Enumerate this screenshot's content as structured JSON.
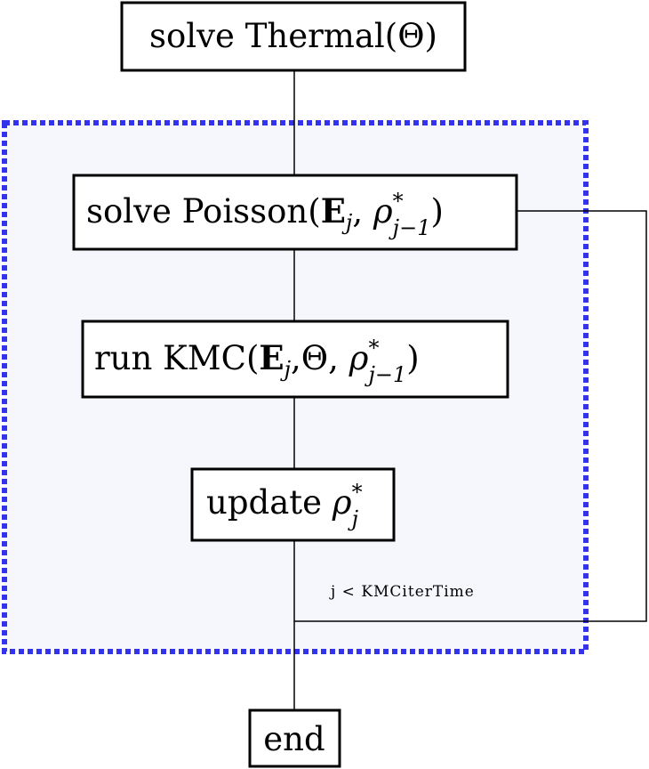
{
  "colors": {
    "loop_region_border": "#3333ee",
    "loop_region_fill": "#f5f7fc",
    "box_border": "#000000",
    "text": "#000000"
  },
  "nodes": {
    "thermal": {
      "label": "solve Thermal(Θ)"
    },
    "poisson": {
      "prefix": "solve Poisson(",
      "E": "E",
      "j": "j",
      "sep": ", ",
      "rho": "ρ",
      "star": "*",
      "sub": "j−1",
      "close": ")"
    },
    "kmc": {
      "prefix": "run KMC(",
      "E": "E",
      "j": "j",
      "theta": ",Θ, ",
      "rho": "ρ",
      "star": "*",
      "sub": "j−1",
      "close": ")"
    },
    "update": {
      "prefix": "update ",
      "rho": "ρ",
      "star": "*",
      "sub": "j"
    },
    "end": {
      "label": "end"
    }
  },
  "loop_condition": "j < KMCiterTime"
}
